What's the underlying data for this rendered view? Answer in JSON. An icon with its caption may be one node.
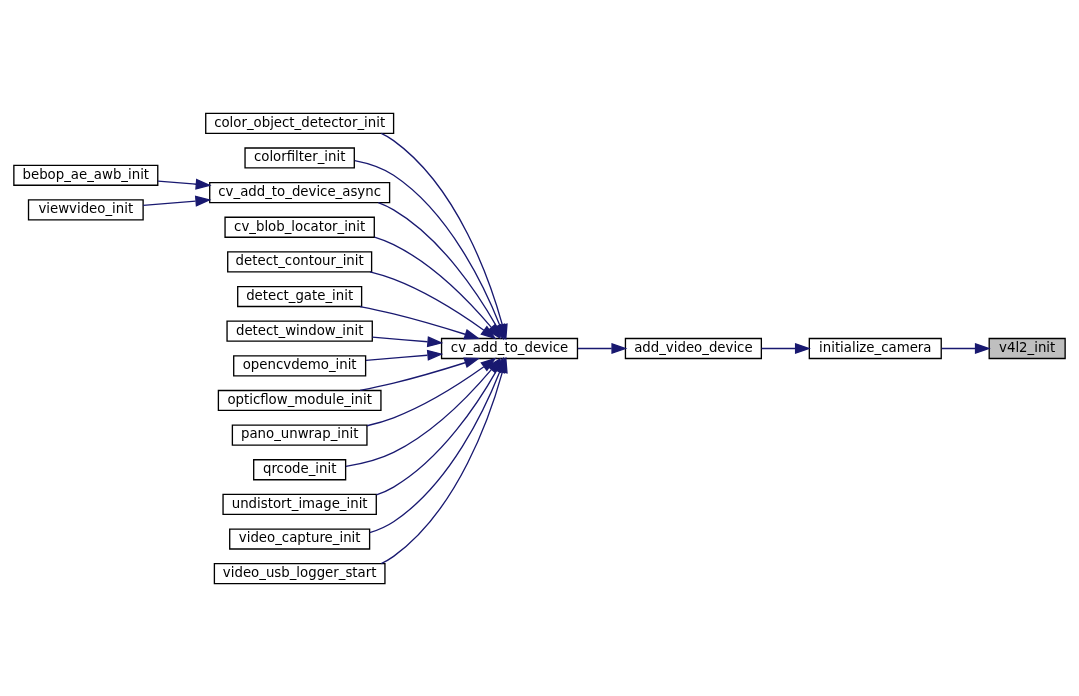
{
  "diagram": {
    "nodes": [
      {
        "text": [
          "color_object_detector_init"
        ]
      },
      {
        "text": [
          "colorfilter_init"
        ]
      },
      {
        "text": [
          "bebop_ae_awb_init"
        ]
      },
      {
        "text": [
          "cv_add_to_device_async"
        ]
      },
      {
        "text": [
          "viewvideo_init"
        ]
      },
      {
        "text": [
          "cv_blob_locator_init"
        ]
      },
      {
        "text": [
          "detect_contour_init"
        ]
      },
      {
        "text": [
          "detect_gate_init"
        ]
      },
      {
        "text": [
          "detect_window_init"
        ]
      },
      {
        "text": [
          "cv_add_to_device"
        ]
      },
      {
        "text": [
          "add_video_device"
        ]
      },
      {
        "text": [
          "initialize_camera"
        ]
      },
      {
        "text": [
          "v4l2_init"
        ]
      },
      {
        "text": [
          "opencvdemo_init"
        ]
      },
      {
        "text": [
          "opticflow_module_init"
        ]
      },
      {
        "text": [
          "pano_unwrap_init"
        ]
      },
      {
        "text": [
          "qrcode_init"
        ]
      },
      {
        "text": [
          "undistort_image_init"
        ]
      },
      {
        "text": [
          "video_capture_init"
        ]
      },
      {
        "text": [
          "video_usb_logger_start"
        ]
      }
    ],
    "edges": [
      {
        "from": 0,
        "to": 9,
        "arrow": "to"
      },
      {
        "from": 1,
        "to": 9,
        "arrow": "to"
      },
      {
        "from": 2,
        "to": 3,
        "arrow": "to"
      },
      {
        "from": 4,
        "to": 3,
        "arrow": "to"
      },
      {
        "from": 3,
        "to": 9,
        "arrow": "to"
      },
      {
        "from": 5,
        "to": 9,
        "arrow": "to"
      },
      {
        "from": 6,
        "to": 9,
        "arrow": "to"
      },
      {
        "from": 7,
        "to": 9,
        "arrow": "to"
      },
      {
        "from": 8,
        "to": 9,
        "arrow": "to"
      },
      {
        "from": 13,
        "to": 9,
        "arrow": "to"
      },
      {
        "from": 14,
        "to": 9,
        "arrow": "to"
      },
      {
        "from": 15,
        "to": 9,
        "arrow": "to"
      },
      {
        "from": 16,
        "to": 9,
        "arrow": "to"
      },
      {
        "from": 17,
        "to": 9,
        "arrow": "to"
      },
      {
        "from": 18,
        "to": 9,
        "arrow": "to"
      },
      {
        "from": 19,
        "to": 9,
        "arrow": "to"
      },
      {
        "from": 9,
        "to": 10,
        "arrow": "to"
      },
      {
        "from": 10,
        "to": 11,
        "arrow": "to"
      },
      {
        "from": 11,
        "to": 12,
        "arrow": "to"
      }
    ]
  }
}
